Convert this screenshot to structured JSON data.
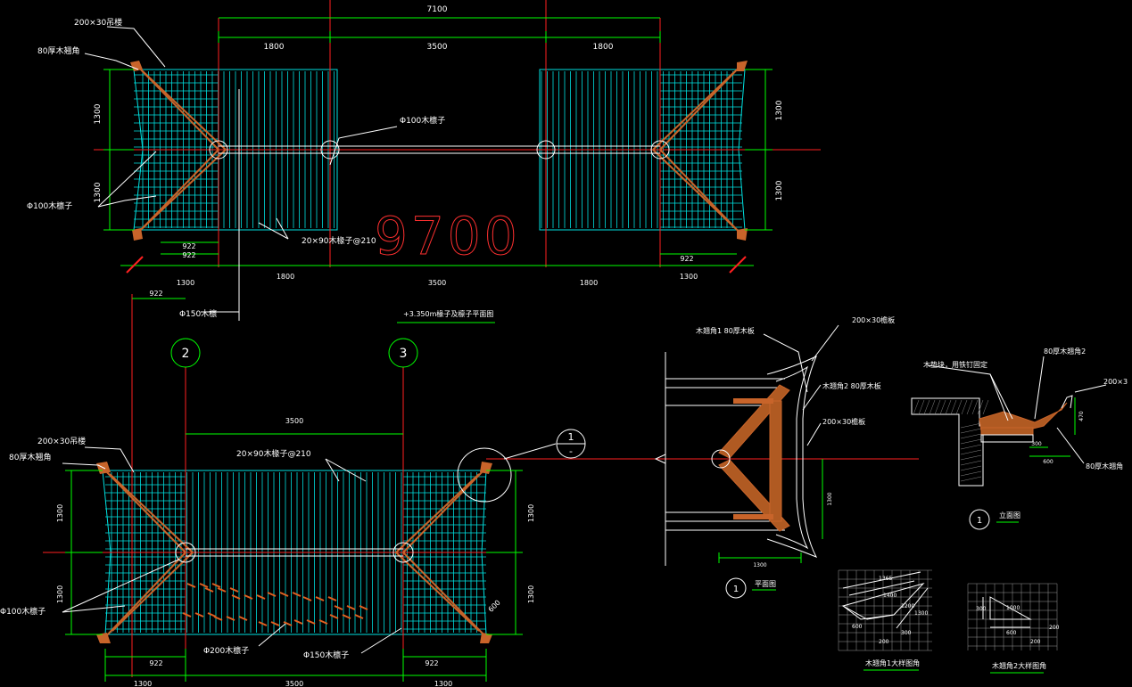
{
  "colors": {
    "background": "#000000",
    "dimension": "#00ff00",
    "grid_axis": "#ff2020",
    "roof_slats": "#00e0e0",
    "timber": "#c8642a",
    "leader": "#ffffff"
  },
  "top_plan": {
    "overall_dim": "7100",
    "dims_top": [
      "1800",
      "3500",
      "1800"
    ],
    "left_dims": [
      "1300",
      "1300"
    ],
    "right_dims": [
      "1300",
      "1300"
    ],
    "label_hanger": "200×30吊楼",
    "label_corner": "80厚木翘角",
    "label_purlin_left": "Φ100木檩子",
    "label_purlin_right": "Φ100木檩子",
    "label_rafter": "20×90木椽子@210",
    "big_number": "9700",
    "small_dims": [
      "922",
      "922",
      "922"
    ],
    "bottom_dims": [
      "1300",
      "1800",
      "3500",
      "1800",
      "1300"
    ],
    "label_beam": "Φ150木檩",
    "elevation_note": "+3.350m椽子及檩子平面图"
  },
  "bottom_plan": {
    "axis_left": "2",
    "axis_right": "3",
    "dim_between_axes": "3500",
    "dim_922": "922",
    "label_rafter": "20×90木椽子@210",
    "label_hanger": "200×30吊楼",
    "label_corner": "80厚木翘角",
    "label_purlin": "Φ100木檩子",
    "label_purlin_200": "Φ200木檩子",
    "label_purlin_150": "Φ150木檩子",
    "detail_ref_top": "1",
    "detail_ref_bottom": "-",
    "right_dims": [
      "1300",
      "1300"
    ],
    "left_dims": [
      "1300",
      "1300"
    ],
    "dim_600": "600",
    "bottom_dims": [
      "922",
      "922"
    ],
    "bottom_row": [
      "1300",
      "3500",
      "1300"
    ]
  },
  "detail_plan": {
    "label_corner1": "木翘角1 80厚木板",
    "label_corner2": "木翘角2 80厚木板",
    "label_board_top": "200×30檐板",
    "label_board_mid": "200×30檐板",
    "dim_bottom": "1300",
    "dim_right": "1300",
    "title_num": "1",
    "title": "平面图"
  },
  "detail_elev": {
    "label_pad": "木垫块，用铁钉固定",
    "label_corner2": "80厚木翘角2",
    "label_board": "200×3",
    "label_corner_bottom": "80厚木翘角",
    "dim_a": "300",
    "dim_b": "600",
    "dim_c": "470",
    "title_num": "1",
    "title": "立面图"
  },
  "sample1": {
    "dims": [
      "1365",
      "1400",
      "1200",
      "600",
      "200",
      "300",
      "1300"
    ],
    "caption": "木翘角1大样图角"
  },
  "sample2": {
    "dims": [
      "300",
      "600",
      "200",
      "200",
      "1000"
    ],
    "caption": "木翘角2大样图角"
  }
}
